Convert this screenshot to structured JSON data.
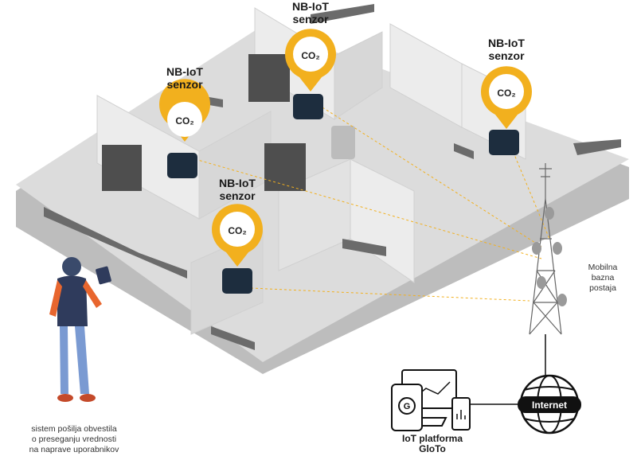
{
  "sensors": [
    {
      "label": "NB-IoT\nsenzor",
      "co2": "CO₂"
    },
    {
      "label": "NB-IoT\nsenzor",
      "co2": "CO₂"
    },
    {
      "label": "NB-IoT\nsenzor",
      "co2": "CO₂"
    },
    {
      "label": "NB-IoT\nsenzor",
      "co2": "CO₂"
    }
  ],
  "tower_label": "Mobilna\nbazna\npostaja",
  "internet_label": "Internet",
  "platform_label": "IoT platforma\nGloTo",
  "platform_logo": "G",
  "person_caption": "sistem pošilja obvestila\no preseganju vrednosti\nna naprave uporabnikov",
  "colors": {
    "accent": "#f2b01e",
    "device": "#1d2d3e",
    "floor": "#dcdcdc",
    "wall": "#ececec",
    "furniture": "#6b6b6b",
    "person_top": "#e8662e",
    "person_vest": "#2f3b5c",
    "person_pants": "#7a9ad2"
  }
}
